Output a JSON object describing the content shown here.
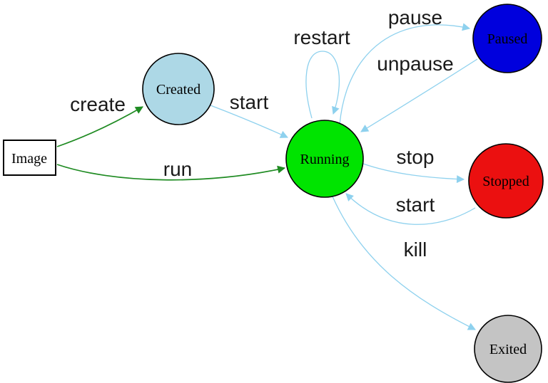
{
  "diagram": {
    "kind": "state-transition-diagram",
    "colors": {
      "background": "#ffffff",
      "edge_blue": "#8ed1ee",
      "edge_green": "#1f8b22"
    },
    "nodes": [
      {
        "id": "image",
        "label": "Image",
        "shape": "rectangle",
        "fill": "#ffffff",
        "border": "#2222cc"
      },
      {
        "id": "created",
        "label": "Created",
        "shape": "circle",
        "fill": "#add8e6",
        "border": "#000000"
      },
      {
        "id": "running",
        "label": "Running",
        "shape": "circle",
        "fill": "#00e400",
        "border": "#000000"
      },
      {
        "id": "paused",
        "label": "Paused",
        "shape": "circle",
        "fill": "#0000dd",
        "border": "#000000"
      },
      {
        "id": "stopped",
        "label": "Stopped",
        "shape": "circle",
        "fill": "#eb1010",
        "border": "#000000"
      },
      {
        "id": "exited",
        "label": "Exited",
        "shape": "circle",
        "fill": "#c4c4c4",
        "border": "#000000"
      }
    ],
    "edges": [
      {
        "id": "create",
        "label": "create",
        "from": "Image",
        "to": "Created",
        "color": "#1f8b22"
      },
      {
        "id": "run",
        "label": "run",
        "from": "Image",
        "to": "Running",
        "color": "#1f8b22"
      },
      {
        "id": "start-created",
        "label": "start",
        "from": "Created",
        "to": "Running",
        "color": "#8ed1ee"
      },
      {
        "id": "restart",
        "label": "restart",
        "from": "Running",
        "to": "Running",
        "color": "#8ed1ee"
      },
      {
        "id": "pause",
        "label": "pause",
        "from": "Running",
        "to": "Paused",
        "color": "#8ed1ee"
      },
      {
        "id": "unpause",
        "label": "unpause",
        "from": "Paused",
        "to": "Running",
        "color": "#8ed1ee"
      },
      {
        "id": "stop",
        "label": "stop",
        "from": "Running",
        "to": "Stopped",
        "color": "#8ed1ee"
      },
      {
        "id": "start-stopped",
        "label": "start",
        "from": "Stopped",
        "to": "Running",
        "color": "#8ed1ee"
      },
      {
        "id": "kill",
        "label": "kill",
        "from": "Running",
        "to": "Exited",
        "color": "#8ed1ee"
      }
    ]
  }
}
